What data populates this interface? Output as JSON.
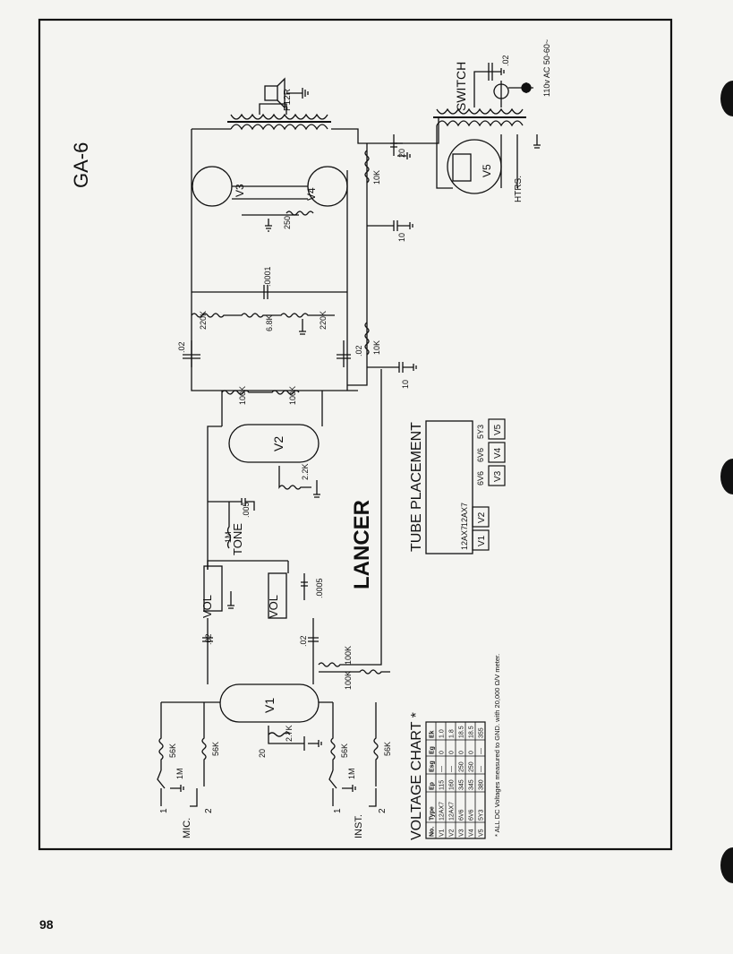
{
  "page": {
    "number": "98"
  },
  "diagram": {
    "model": "GA-6",
    "brand_logo": "LANCER",
    "switch_label": "SWITCH",
    "power_label": "110v AC 50-60~",
    "speaker_label": "P12R",
    "heaters_label": "HTRS.",
    "tubes": [
      "V1",
      "V2",
      "V3",
      "V4",
      "V5"
    ],
    "controls": [
      "VOL",
      "VOL",
      "TONE"
    ],
    "inputs": {
      "mic": "MIC.",
      "inst": "INST.",
      "jack_pins": [
        "1",
        "2"
      ]
    },
    "components": {
      "grid_resistor": "56K",
      "grid_leak": "1M",
      "plate_resistor": "56K",
      "cathode_resistor": "2.7K",
      "cathode_cap": "20",
      "coupling_cap": ".02",
      "mixer_resistor": "100K",
      "mix_cap": ".0005",
      "pot_value": "1M",
      "tone_cap": ".005",
      "v2_cathode": "2.2K",
      "v2_plate": "100K",
      "pi_resistor_a": "220K",
      "pi_resistor_b": "6.8K",
      "pi_cap": ".0001",
      "bias_resistor": "250",
      "filter_resistor": "10K",
      "filter_cap_a": "20",
      "filter_cap_b": "10",
      "line_cap": ".02"
    },
    "tube_placement": {
      "title": "TUBE PLACEMENT",
      "slots": [
        {
          "id": "V1",
          "type": "12AX7"
        },
        {
          "id": "V2",
          "type": "12AX7"
        },
        {
          "id": "V3",
          "type": "6V6"
        },
        {
          "id": "V4",
          "type": "6V6"
        },
        {
          "id": "V5",
          "type": "5Y3"
        }
      ]
    },
    "voltage_chart": {
      "title": "VOLTAGE CHART *",
      "headers": [
        "No.",
        "Type",
        "Ep",
        "Esg",
        "Eg",
        "Ek"
      ],
      "rows": [
        [
          "V1",
          "12AX7",
          "115",
          "—",
          "0",
          "1.0"
        ],
        [
          "V2",
          "12AX7",
          "160",
          "—",
          "0",
          "1.8"
        ],
        [
          "V3",
          "6V6",
          "345",
          "250",
          "0",
          "18.5"
        ],
        [
          "V4",
          "6V6",
          "345",
          "250",
          "0",
          "18.5"
        ],
        [
          "V5",
          "5Y3",
          "380",
          "—",
          "—",
          "355"
        ]
      ],
      "footnote": "* ALL DC Voltages measured to GND. with 20,000 Ω/V meter."
    }
  }
}
